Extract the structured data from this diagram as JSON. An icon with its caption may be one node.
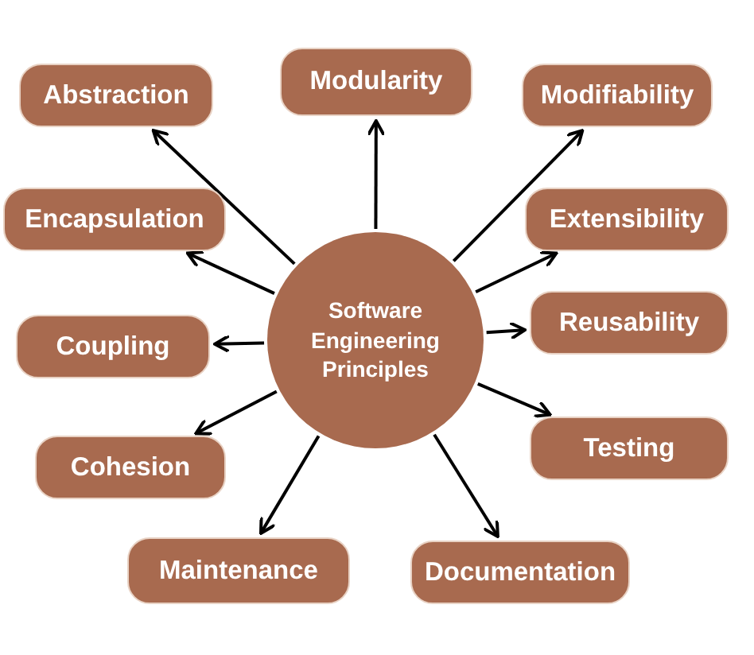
{
  "diagram": {
    "nodes": [
      {
        "text": [
          "Software Engineering Principles"
        ]
      },
      {
        "text": [
          "Abstraction"
        ]
      },
      {
        "text": [
          "Modularity"
        ]
      },
      {
        "text": [
          "Modifiability"
        ]
      },
      {
        "text": [
          "Encapsulation"
        ]
      },
      {
        "text": [
          "Extensibility"
        ]
      },
      {
        "text": [
          "Coupling"
        ]
      },
      {
        "text": [
          "Reusability"
        ]
      },
      {
        "text": [
          "Cohesion"
        ]
      },
      {
        "text": [
          "Testing"
        ]
      },
      {
        "text": [
          "Maintenance"
        ]
      },
      {
        "text": [
          "Documentation"
        ]
      }
    ],
    "edges": [
      {
        "from": 0,
        "to": 1,
        "arrow": "to"
      },
      {
        "from": 0,
        "to": 2,
        "arrow": "to"
      },
      {
        "from": 0,
        "to": 3,
        "arrow": "to"
      },
      {
        "from": 0,
        "to": 4,
        "arrow": "to"
      },
      {
        "from": 0,
        "to": 5,
        "arrow": "to"
      },
      {
        "from": 0,
        "to": 6,
        "arrow": "to"
      },
      {
        "from": 0,
        "to": 7,
        "arrow": "to"
      },
      {
        "from": 0,
        "to": 8,
        "arrow": "to"
      },
      {
        "from": 0,
        "to": 9,
        "arrow": "to"
      },
      {
        "from": 0,
        "to": 10,
        "arrow": "to"
      },
      {
        "from": 0,
        "to": 11,
        "arrow": "to"
      }
    ]
  }
}
